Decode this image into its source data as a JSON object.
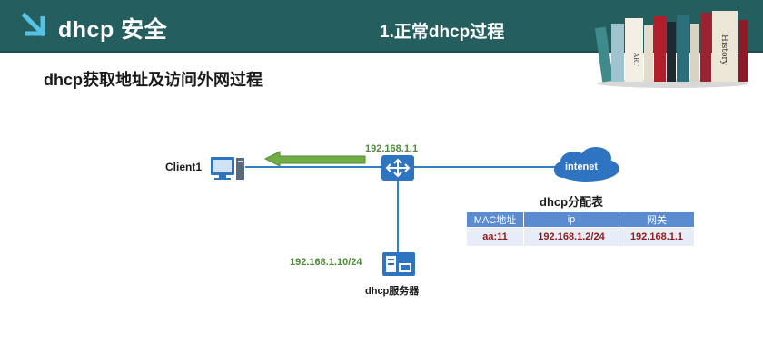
{
  "header": {
    "brand_title": "dhcp 安全",
    "section_title": "1.正常dhcp过程",
    "book_labels": [
      "ART",
      "History"
    ]
  },
  "subtitle": "dhcp获取地址及访问外网过程",
  "diagram": {
    "client_label": "Client1",
    "router_ip": "192.168.1.1",
    "cloud_label": "intenet",
    "server_ip": "192.168.1.10/24",
    "server_label": "dhcp服务器",
    "table_title": "dhcp分配表",
    "table": {
      "headers": [
        "MAC地址",
        "ip",
        "网关"
      ],
      "rows": [
        [
          "aa:11",
          "192.168.1.2/24",
          "192.168.1.1"
        ]
      ]
    }
  },
  "colors": {
    "header_bg": "#255e5e",
    "link_line": "#2d7fd0",
    "device_blue": "#2f74c0",
    "arrow_green": "#70ad47",
    "ip_green": "#4f8a37",
    "table_header": "#5b8bd0",
    "table_cell_text": "#8e1c1c"
  }
}
